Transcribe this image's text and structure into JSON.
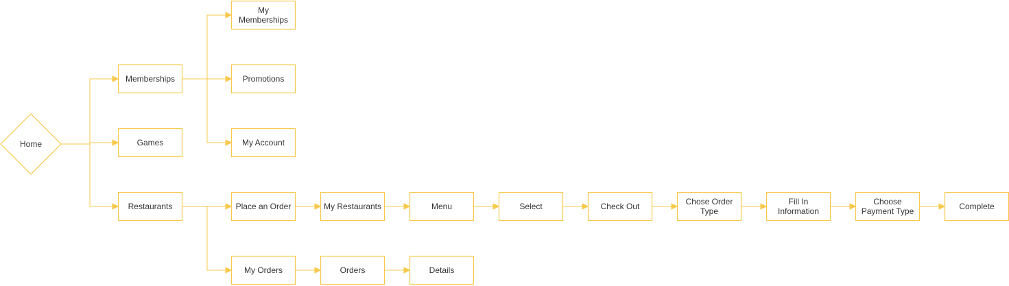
{
  "colors": {
    "stroke": "#F7C84A",
    "text": "#333333",
    "fill": "#FFFFFF"
  },
  "nodes": {
    "home": {
      "label": "Home",
      "shape": "diamond"
    },
    "memberships": {
      "label": "Memberships"
    },
    "games": {
      "label": "Games"
    },
    "restaurants": {
      "label": "Restaurants"
    },
    "my_memberships": {
      "label": "My Memberships"
    },
    "promotions": {
      "label": "Promotions"
    },
    "my_account": {
      "label": "My Account"
    },
    "place_order": {
      "label": "Place an Order"
    },
    "my_restaurants": {
      "label": "My Restaurants"
    },
    "menu": {
      "label": "Menu"
    },
    "select": {
      "label": "Select"
    },
    "check_out": {
      "label": "Check Out"
    },
    "chose_order_type": {
      "label": "Chose Order Type"
    },
    "fill_in_information": {
      "label": "Fill In Information"
    },
    "choose_payment_type": {
      "label": "Choose Payment Type"
    },
    "complete": {
      "label": "Complete"
    },
    "my_orders": {
      "label": "My Orders"
    },
    "orders": {
      "label": "Orders"
    },
    "details": {
      "label": "Details"
    }
  },
  "edges": [
    [
      "home",
      "memberships"
    ],
    [
      "home",
      "games"
    ],
    [
      "home",
      "restaurants"
    ],
    [
      "memberships",
      "my_memberships"
    ],
    [
      "memberships",
      "promotions"
    ],
    [
      "memberships",
      "my_account"
    ],
    [
      "restaurants",
      "place_order"
    ],
    [
      "restaurants",
      "my_orders"
    ],
    [
      "place_order",
      "my_restaurants"
    ],
    [
      "my_restaurants",
      "menu"
    ],
    [
      "menu",
      "select"
    ],
    [
      "select",
      "check_out"
    ],
    [
      "check_out",
      "chose_order_type"
    ],
    [
      "chose_order_type",
      "fill_in_information"
    ],
    [
      "fill_in_information",
      "choose_payment_type"
    ],
    [
      "choose_payment_type",
      "complete"
    ],
    [
      "my_orders",
      "orders"
    ],
    [
      "orders",
      "details"
    ]
  ]
}
